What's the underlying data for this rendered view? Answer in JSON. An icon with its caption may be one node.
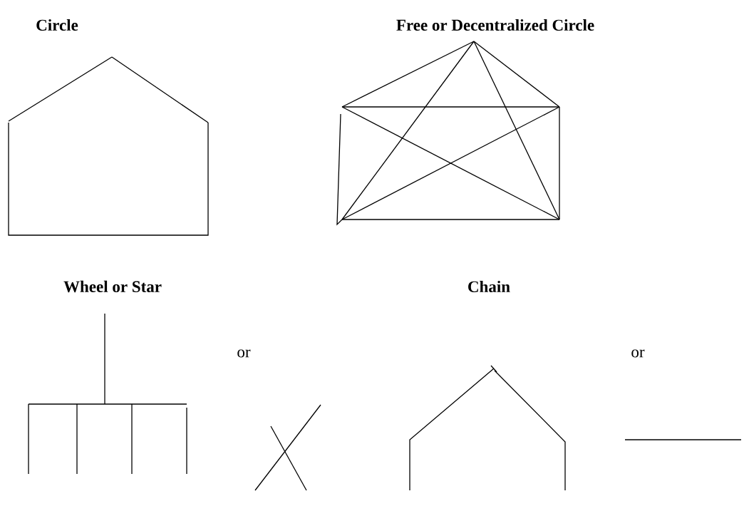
{
  "diagram": {
    "labels": [
      "Circle",
      "Free or Decentralized Circle",
      "Wheel or Star",
      "or",
      "Chain",
      "or"
    ]
  }
}
